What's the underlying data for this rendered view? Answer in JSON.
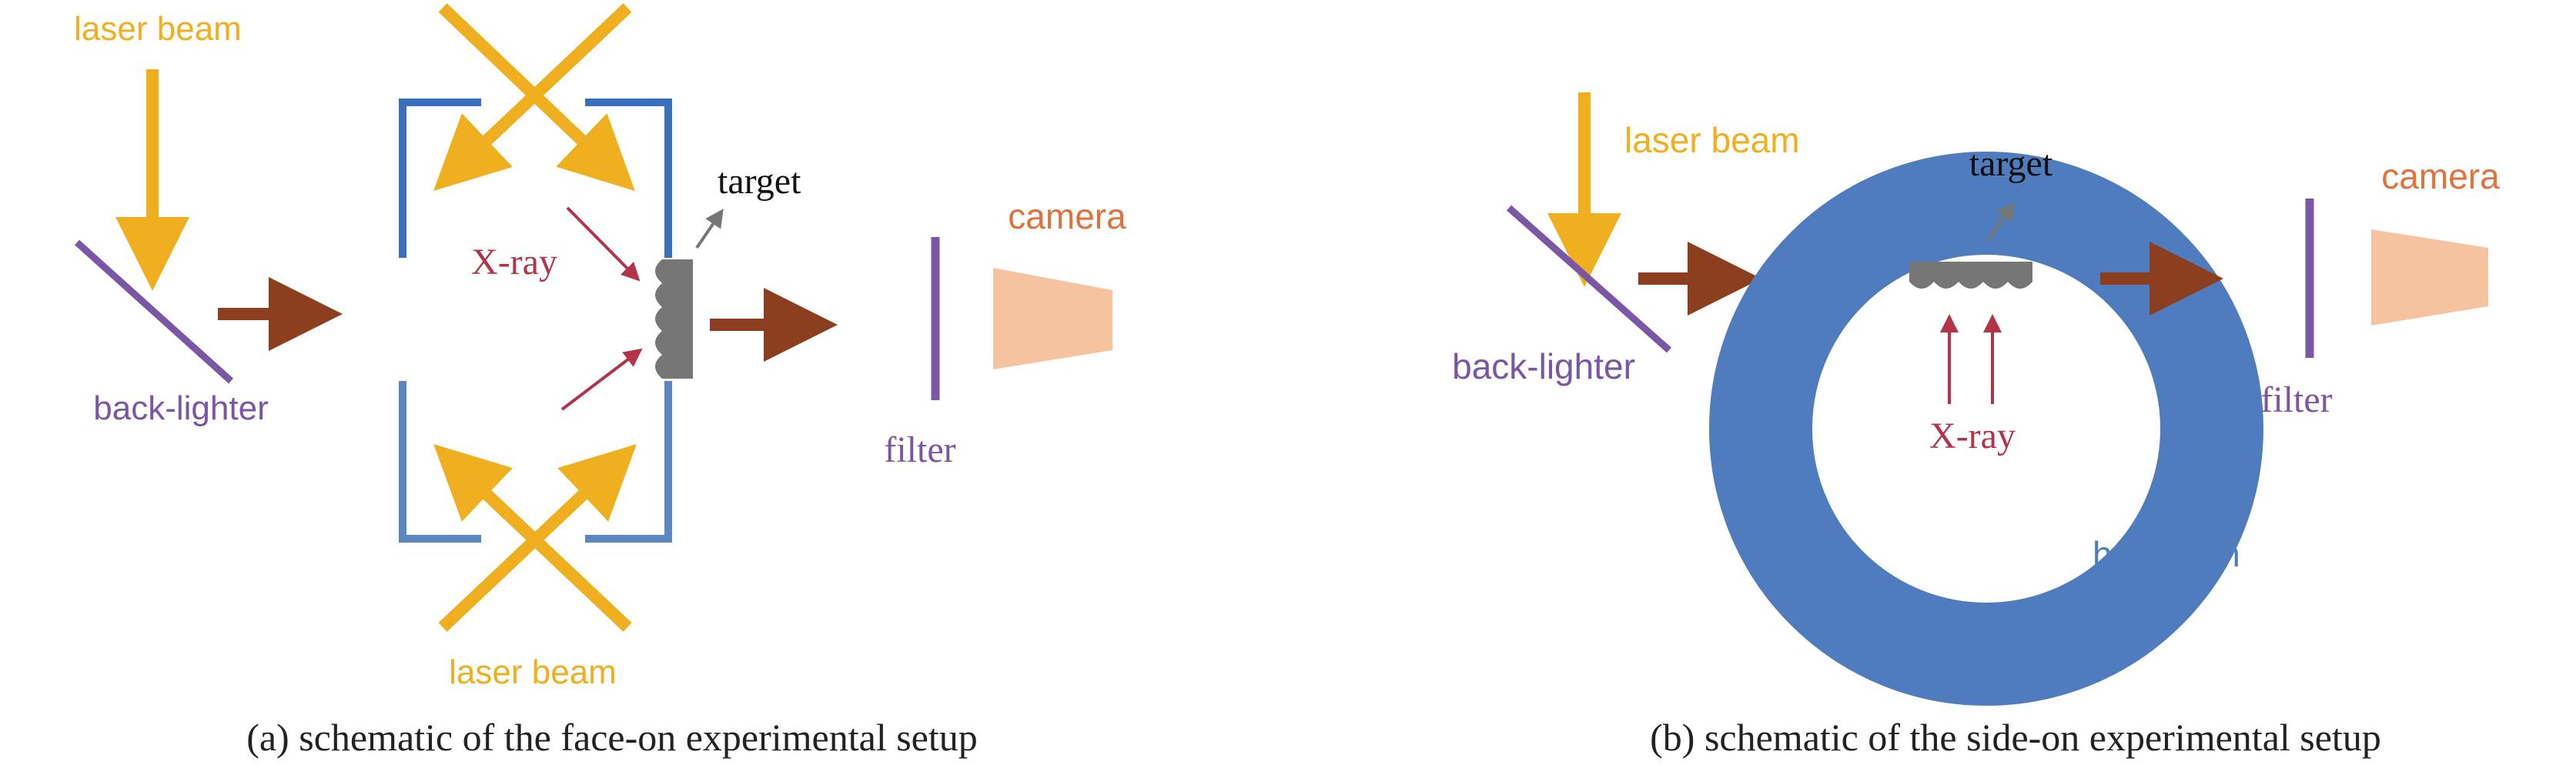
{
  "colors": {
    "laser": "#F0AF1E",
    "backlighter": "#7A56A6",
    "transmitted_beam": "#8C3F1F",
    "hohlraum_dark": "#3A6FC0",
    "hohlraum_light": "#5B86C4",
    "hohlraum_ring": "#4F7CBE",
    "xray": "#B2334A",
    "target": "#767676",
    "label_dark": "#111111",
    "camera_label": "#E0733C",
    "camera_body": "#F6C3A1",
    "caption": "#222222"
  },
  "panel_a": {
    "laser_top": "laser beam",
    "laser_bottom": "laser beam",
    "backlighter": "back-lighter",
    "xray": "X-ray",
    "target": "target",
    "filter": "filter",
    "camera": "camera",
    "caption": "(a) schematic of the face-on experimental setup"
  },
  "panel_b": {
    "laser": "laser beam",
    "backlighter": "back-lighter",
    "target": "target",
    "xray": "X-ray",
    "hohlraum": "hohlraum",
    "filter": "filter",
    "camera": "camera",
    "caption": "(b) schematic of the side-on experimental setup"
  },
  "icons": {
    "arrow": "arrow-icon",
    "camera": "camera-icon",
    "target": "target-icon"
  }
}
